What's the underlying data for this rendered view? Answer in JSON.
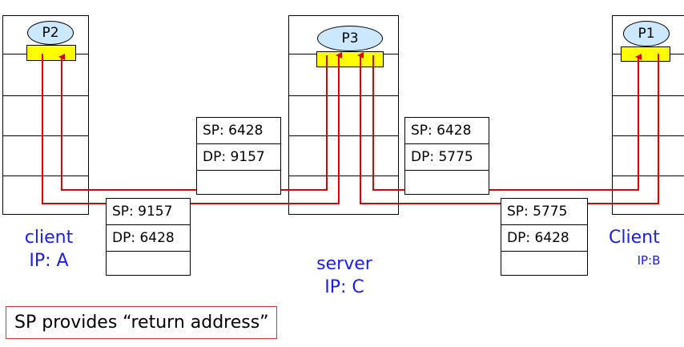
{
  "hosts": {
    "client_a": {
      "process": "P2",
      "name": "client",
      "ip": "IP: A"
    },
    "server_c": {
      "process": "P3",
      "name": "server",
      "ip": "IP: C"
    },
    "client_b": {
      "process": "P1",
      "name": "Client",
      "ip": "IP:B"
    }
  },
  "segments": {
    "seg_a_to_c": {
      "sp": "SP: 9157",
      "dp": "DP: 6428"
    },
    "seg_c_to_a": {
      "sp": "SP: 6428",
      "dp": "DP: 9157"
    },
    "seg_c_to_b": {
      "sp": "SP: 6428",
      "dp": "DP: 5775"
    },
    "seg_b_to_c": {
      "sp": "SP: 5775",
      "dp": "DP: 6428"
    }
  },
  "note": "SP provides “return address”",
  "colors": {
    "wire": "#e00000",
    "socket": "#ffff00",
    "process": "#cce8ff",
    "label": "#1a1aff"
  }
}
